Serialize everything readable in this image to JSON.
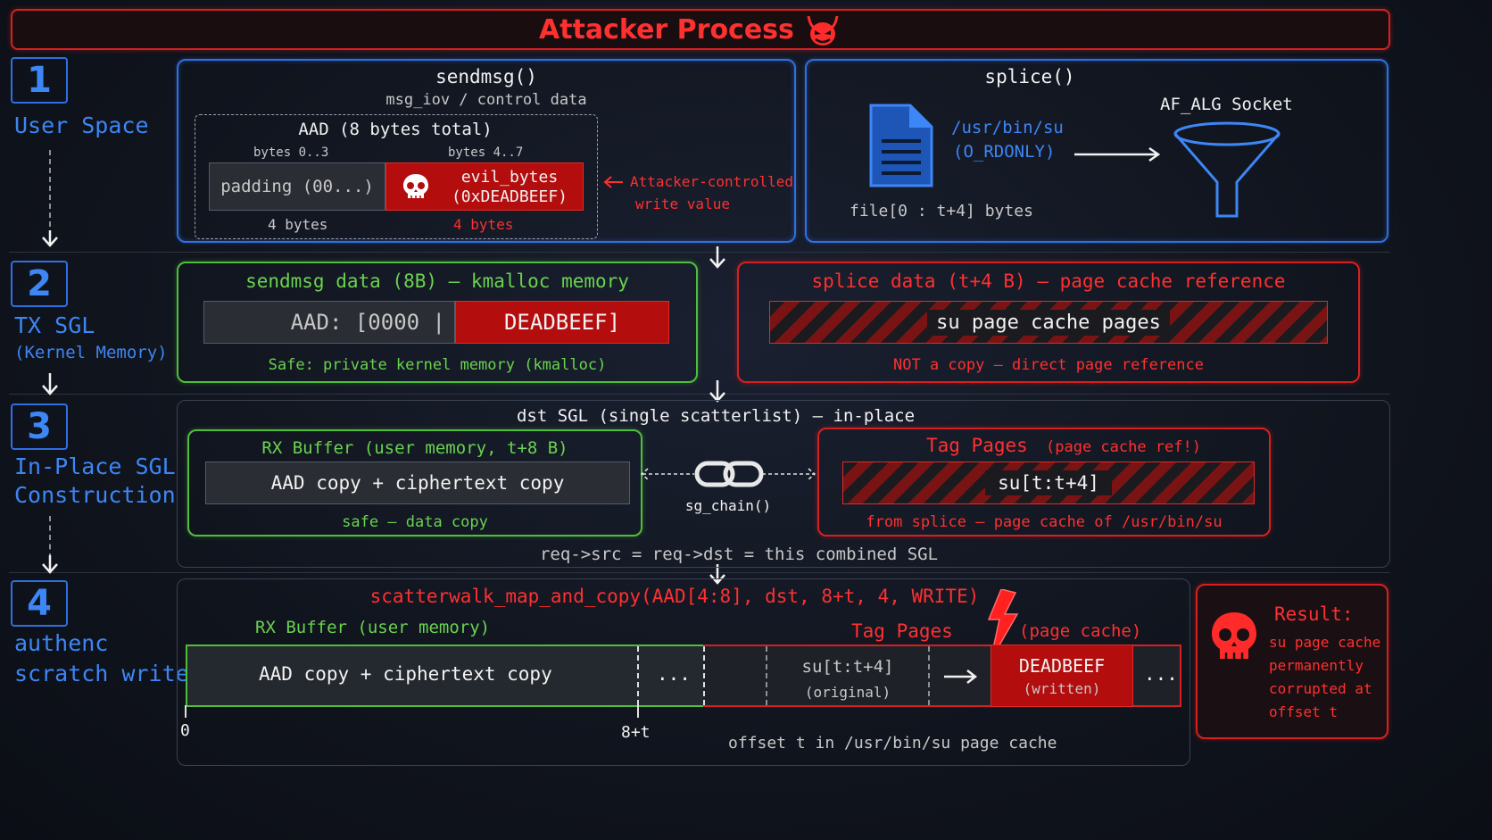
{
  "header": {
    "title": "Attacker Process"
  },
  "steps": [
    {
      "num": "1",
      "label": "User Space"
    },
    {
      "num": "2",
      "label": "TX SGL",
      "sublabel": "(Kernel Memory)"
    },
    {
      "num": "3",
      "label_line1": "In-Place SGL",
      "label_line2": "Construction"
    },
    {
      "num": "4",
      "label_line1": "authenc",
      "label_line2": "scratch write"
    }
  ],
  "row1": {
    "sendmsg": {
      "title": "sendmsg()",
      "subtitle": "msg_iov / control data",
      "aad_title": "AAD (8 bytes total)",
      "left_range": "bytes 0..3",
      "right_range": "bytes 4..7",
      "padding": "padding (00...)",
      "evil_line1": "evil_bytes",
      "evil_line2": "(0xDEADBEEF)",
      "left_size": "4 bytes",
      "right_size": "4 bytes",
      "note_line1": "Attacker-controlled",
      "note_line2": "write value"
    },
    "splice": {
      "title": "splice()",
      "path_line1": "/usr/bin/su",
      "path_line2": "(O_RDONLY)",
      "range": "file[0 : t+4] bytes",
      "socket": "AF_ALG Socket"
    }
  },
  "row2": {
    "left": {
      "title": "sendmsg data (8B) — kmalloc memory",
      "aad": "AAD: [0000 |",
      "dead": "DEADBEEF]",
      "note": "Safe: private kernel memory (kmalloc)"
    },
    "right": {
      "title": "splice data (t+4 B) — page cache reference",
      "bar": "su page cache pages",
      "note": "NOT a copy — direct page reference"
    }
  },
  "row3": {
    "title": "dst SGL (single scatterlist) — in-place",
    "rx_title": "RX Buffer (user memory, t+8 B)",
    "rx_bar": "AAD copy + ciphertext copy",
    "rx_note": "safe — data copy",
    "chain": "sg_chain()",
    "tag_title": "Tag Pages",
    "tag_sub": "(page cache ref!)",
    "tag_bar": "su[t:t+4]",
    "tag_note": "from splice — page cache of /usr/bin/su",
    "footer": "req->src = req->dst = this combined SGL"
  },
  "row4": {
    "call": "scatterwalk_map_and_copy(AAD[4:8], dst, 8+t, 4, WRITE)",
    "rx_label": "RX Buffer (user memory)",
    "tag_label": "Tag Pages",
    "tag_sub": "(page cache)",
    "rx_bar": "AAD copy + ciphertext copy",
    "ellipsis": "...",
    "orig_line1": "su[t:t+4]",
    "orig_line2": "(original)",
    "dead_line1": "DEADBEEF",
    "dead_line2": "(written)",
    "tick0": "0",
    "tick1": "8+t",
    "offset_note": "offset t in /usr/bin/su page cache",
    "result_title": "Result:",
    "result_lines": [
      "su page cache",
      "permanently",
      "corrupted at",
      "offset t"
    ]
  },
  "colors": {
    "blue": "#2f6fe0",
    "green": "#4fbf3a",
    "red": "#d62020",
    "dark": "#10141d"
  }
}
